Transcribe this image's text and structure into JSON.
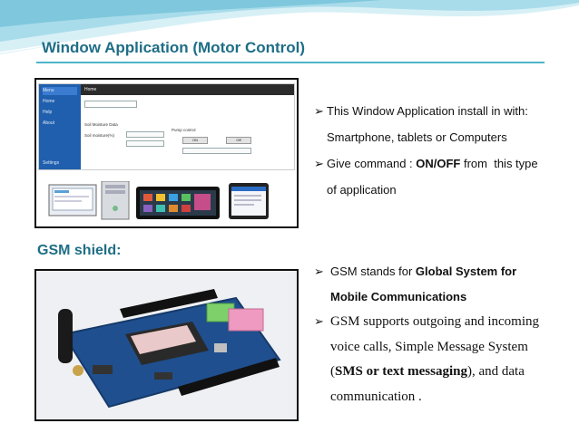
{
  "slide": {
    "title": "Window Application (Motor Control)",
    "section_gsm": "GSM shield:"
  },
  "app_mock": {
    "menu_items": [
      "Menu",
      "Home",
      "Help",
      "About"
    ],
    "settings_label": "Settings",
    "topbar_label": "Home",
    "panel_left": "Soil Moisture Data",
    "panel_right": "Pump control",
    "field_label": "Soil moisture(%)",
    "btn_on": "ON",
    "btn_off": "Off"
  },
  "text_block_1": {
    "line1": "This Window Application install in with:",
    "line2": "Smartphone, tablets or Computers",
    "line3_prefix": "Give command : ",
    "line3_bold": "ON/OFF",
    "line3_suffix": " from  this type",
    "line4": "of application"
  },
  "text_block_2": {
    "b1_prefix": "GSM stands for ",
    "b1_bold": "Global System for",
    "b1_line2_bold": "Mobile Communications",
    "b2_line1": "GSM supports outgoing and incoming",
    "b2_line2": "voice calls, Simple Message System",
    "b2_line3_open": "(",
    "b2_line3_bold": "SMS or text messaging",
    "b2_line3_rest": "), and data",
    "b2_line4": "communication ."
  },
  "colors": {
    "title": "#1e6e86",
    "accent_line": "#4db4c8",
    "wave": "#9fd8e6",
    "app_sidebar": "#1f5fae"
  }
}
